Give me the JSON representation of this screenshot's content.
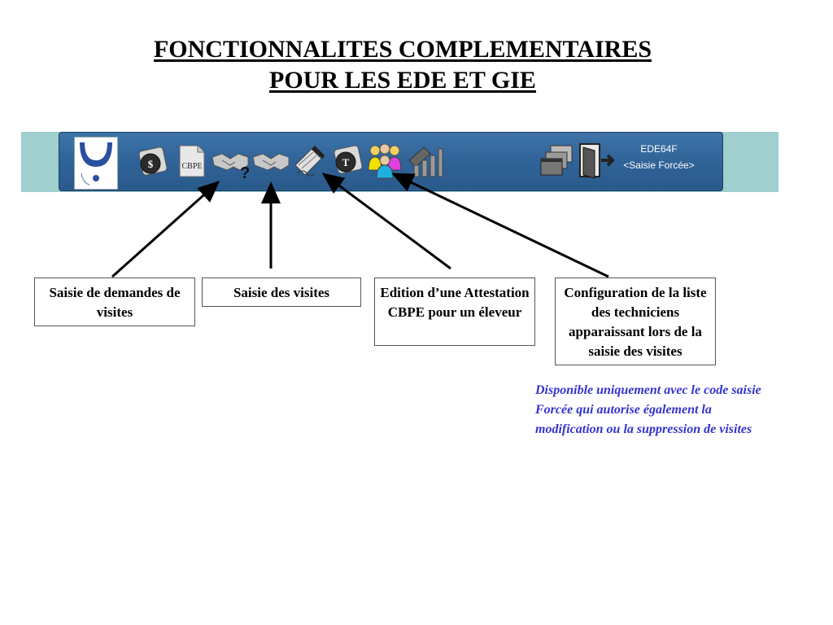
{
  "slide": {
    "title_line1": "FONCTIONNALITES COMPLEMENTAIRES",
    "title_line2": "POUR LES EDE ET GIE"
  },
  "toolbar": {
    "icons": [
      {
        "name": "logo"
      },
      {
        "name": "saisie-dollar-icon",
        "label": "$"
      },
      {
        "name": "cbpe-document-icon",
        "label": "CBPE"
      },
      {
        "name": "handshake-question-icon"
      },
      {
        "name": "handshake-icon"
      },
      {
        "name": "edition-pen-icon"
      },
      {
        "name": "t-icon",
        "label": "T"
      },
      {
        "name": "people-group-icon"
      },
      {
        "name": "settings-chart-icon"
      },
      {
        "name": "windows-stack-icon"
      },
      {
        "name": "exit-door-icon"
      }
    ],
    "status_code": "EDE64F",
    "status_mode": "<Saisie Forcée>"
  },
  "callouts": {
    "demandes": "Saisie de demandes de visites",
    "visites": "Saisie des visites",
    "attestation": "Edition d’une Attestation CBPE pour un éleveur",
    "techniciens": "Configuration de la liste des techniciens apparaissant lors de la saisie des visites"
  },
  "note": "Disponible uniquement avec le code saisie Forcée qui autorise également la modification ou la suppression de visites",
  "colors": {
    "toolbar": "#2f6296",
    "strip": "#9fcfcf",
    "note": "#3333cc"
  }
}
